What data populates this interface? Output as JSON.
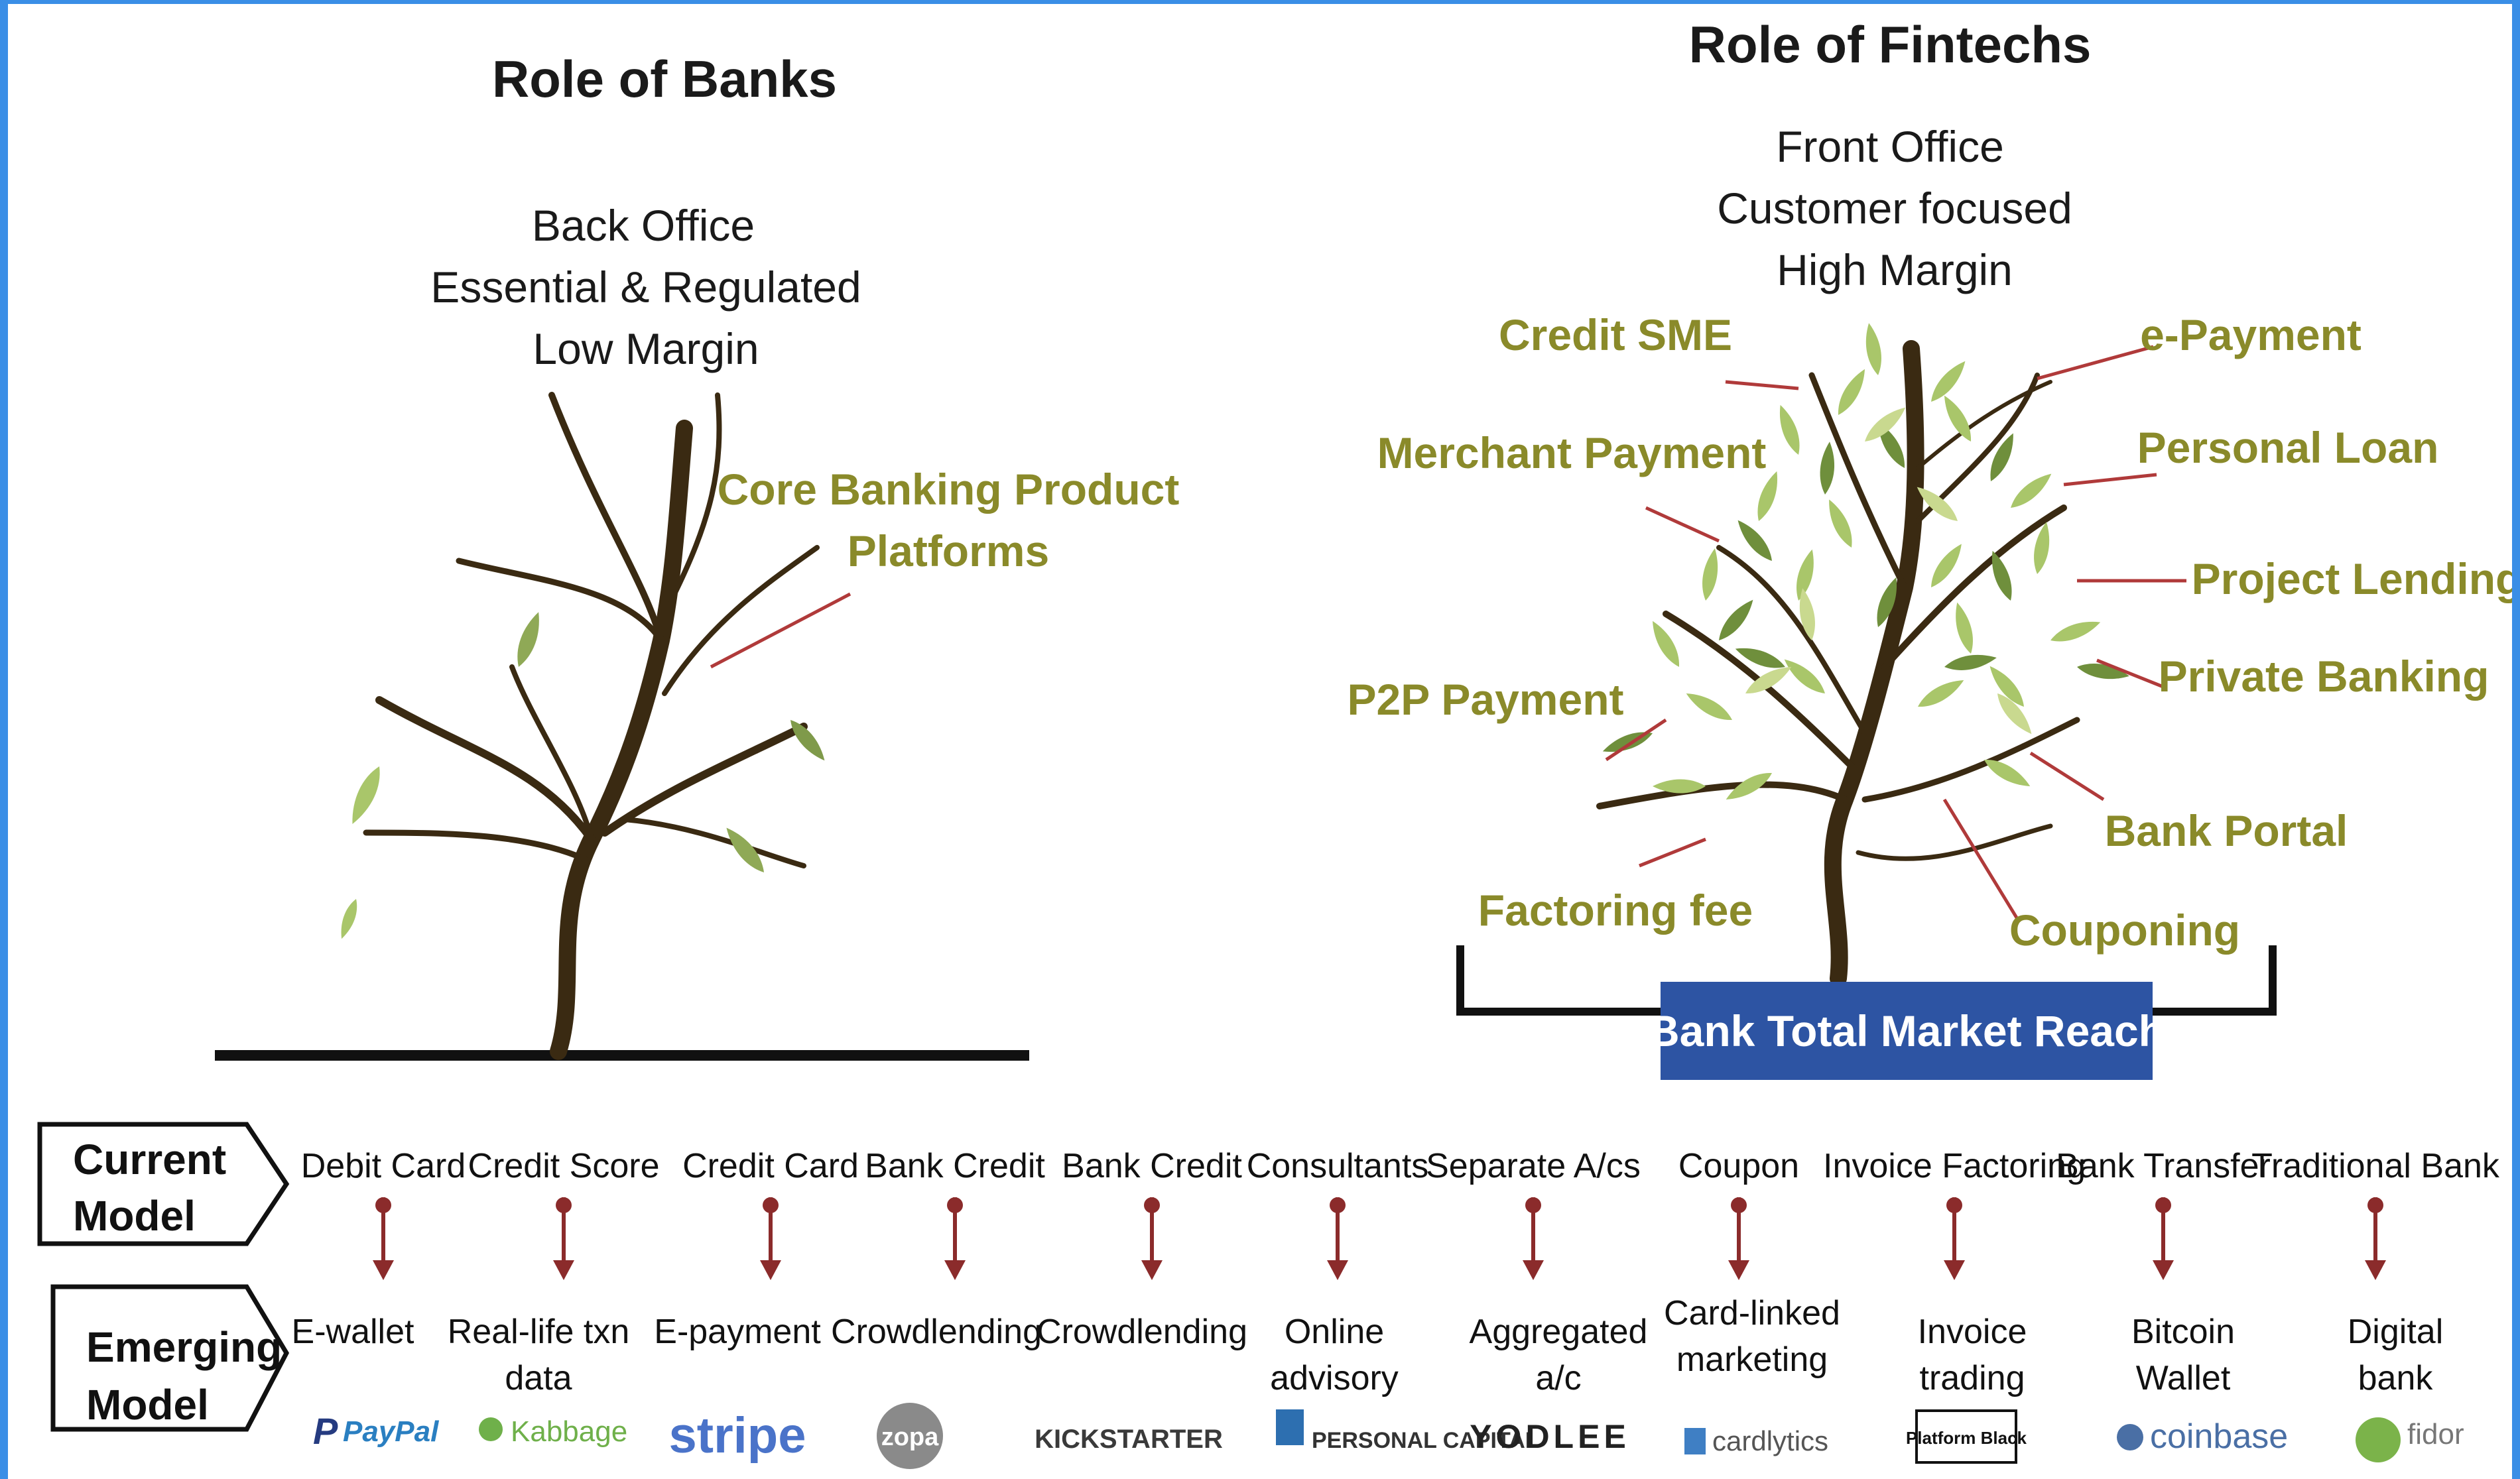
{
  "banks": {
    "title": "Role of Banks",
    "lines": [
      "Back Office",
      "Essential & Regulated",
      "Low Margin"
    ],
    "label_lines": [
      "Core Banking Product",
      "Platforms"
    ]
  },
  "fintechs": {
    "title": "Role of Fintechs",
    "lines": [
      "Front Office",
      "Customer focused",
      "High Margin"
    ],
    "branch_labels": {
      "credit_sme": "Credit SME",
      "merchant_payment": "Merchant Payment",
      "p2p_payment": "P2P Payment",
      "factoring_fee": "Factoring fee",
      "e_payment": "e-Payment",
      "personal_loan": "Personal Loan",
      "project_lending": "Project Lending",
      "private_banking": "Private Banking",
      "bank_portal": "Bank Portal",
      "couponing": "Couponing"
    },
    "reach_label": "Bank Total Market Reach"
  },
  "models": {
    "current_label_lines": [
      "Current",
      "Model"
    ],
    "emerging_label_lines": [
      "Emerging",
      "Model"
    ],
    "columns": [
      {
        "current": "Debit Card",
        "emerging": [
          "E-wallet"
        ],
        "logo": "PayPal"
      },
      {
        "current": "Credit Score",
        "emerging": [
          "Real-life txn",
          "data"
        ],
        "logo": "Kabbage"
      },
      {
        "current": "Credit Card",
        "emerging": [
          "E-payment"
        ],
        "logo": "stripe"
      },
      {
        "current": "Bank Credit",
        "emerging": [
          "Crowdlending"
        ],
        "logo": "zopa"
      },
      {
        "current": "Bank Credit",
        "emerging": [
          "Crowdlending"
        ],
        "logo": "KICKSTARTER"
      },
      {
        "current": "Consultants",
        "emerging": [
          "Online",
          "advisory"
        ],
        "logo": "PERSONAL CAPITAL"
      },
      {
        "current": "Separate A/cs",
        "emerging": [
          "Aggregated",
          "a/c"
        ],
        "logo": "YODLEE"
      },
      {
        "current": "Coupon",
        "emerging": [
          "Card-linked",
          "marketing"
        ],
        "logo": "cardlytics"
      },
      {
        "current": "Invoice Factoring",
        "emerging": [
          "Invoice",
          "trading"
        ],
        "logo": "Platform Black"
      },
      {
        "current": "Bank Transfer",
        "emerging": [
          "Bitcoin",
          "Wallet"
        ],
        "logo": "coinbase"
      },
      {
        "current": "Traditional Bank",
        "emerging": [
          "Digital",
          "bank"
        ],
        "logo": "fidor"
      }
    ]
  },
  "colors": {
    "olive_label": "#8a8a2a",
    "trunk": "#3a2a12",
    "leaf_light": "#a9c66a",
    "leaf_dark": "#6f8f3c",
    "arrow": "#8b2b2b",
    "reach_box": "#2d54a3",
    "frame": "#3a8ee6"
  }
}
